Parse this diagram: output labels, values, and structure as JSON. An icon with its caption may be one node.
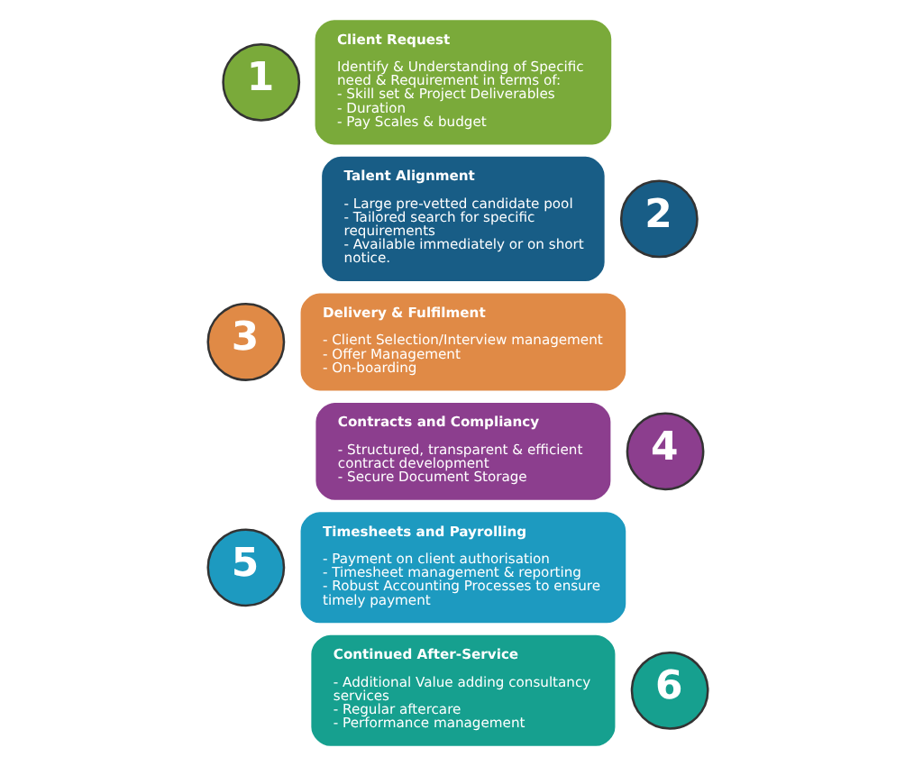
{
  "diagram": {
    "nodes": [
      {
        "text": [
          "1"
        ]
      },
      {
        "text": [
          "Client Request",
          "Identify & Understanding of Specific need & Requirement in terms of:",
          "- Skill set & Project Deliverables",
          "- Duration",
          "- Pay Scales & budget"
        ]
      },
      {
        "text": [
          "2"
        ]
      },
      {
        "text": [
          "Talent Alignment",
          "- Large pre-vetted candidate pool",
          "- Tailored search for specific requirements",
          "- Available immediately or on short notice."
        ]
      },
      {
        "text": [
          "3"
        ]
      },
      {
        "text": [
          "Delivery & Fulfilment",
          "- Client Selection/Interview management",
          "- Offer Management",
          "- On-boarding"
        ]
      },
      {
        "text": [
          "4"
        ]
      },
      {
        "text": [
          "Contracts and Compliancy",
          "- Structured, transparent & efficient contract development",
          "- Secure Document Storage"
        ]
      },
      {
        "text": [
          "5"
        ]
      },
      {
        "text": [
          "Timesheets and Payrolling",
          "- Payment on client authorisation",
          "- Timesheet management & reporting",
          "- Robust Accounting Processes to ensure timely payment"
        ]
      },
      {
        "text": [
          "6"
        ]
      },
      {
        "text": [
          "Continued After-Service",
          "- Additional Value adding consultancy services",
          "- Regular aftercare",
          "- Performance management"
        ]
      }
    ],
    "edges": []
  }
}
